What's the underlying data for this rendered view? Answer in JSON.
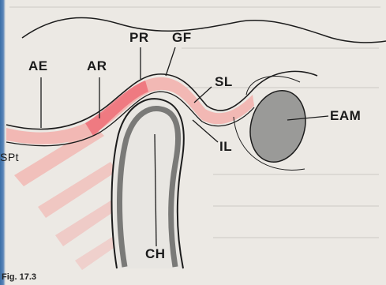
{
  "labels": {
    "ae": "AE",
    "ar": "AR",
    "pr": "PR",
    "gf": "GF",
    "sl": "SL",
    "eam": "EAM",
    "il": "IL",
    "pt": "SPt",
    "ch": "CH"
  },
  "caption": "Fig. 17.3",
  "colors": {
    "cartilage_fill": "#f2b8b4",
    "cartilage_dark": "#ef6f78",
    "bone_fill": "#8a8a88",
    "outline": "#1c1c1c",
    "eam_fill": "#9a9a98"
  }
}
